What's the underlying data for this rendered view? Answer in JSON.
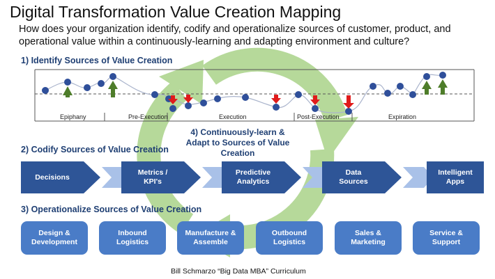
{
  "title": "Digital Transformation Value Creation Mapping",
  "subtitle": "How does your organization identify, codify and operationalize sources of customer, product, and operational value within a continuously-learning and adapting environment and culture?",
  "sections": {
    "identify": "1) Identify Sources of Value Creation",
    "codify": "2) Codify Sources of Value Creation",
    "operationalize": "3) Operationalize Sources of Value Creation"
  },
  "phases": [
    "Epiphany",
    "Pre-Execution",
    "Execution",
    "Post-Execution",
    "Expiration"
  ],
  "center_cycle": {
    "line1": "4) Continuously-learn &",
    "line2": "Adapt to Sources of Value",
    "line3": "Creation"
  },
  "codify_steps": [
    {
      "line1": "Decisions",
      "line2": ""
    },
    {
      "line1": "Metrics /",
      "line2": "KPI's"
    },
    {
      "line1": "Predictive",
      "line2": "Analytics"
    },
    {
      "line1": "Data",
      "line2": "Sources"
    },
    {
      "line1": "Intelligent",
      "line2": "Apps"
    }
  ],
  "operations": [
    {
      "line1": "Design &",
      "line2": "Development"
    },
    {
      "line1": "Inbound",
      "line2": "Logistics"
    },
    {
      "line1": "Manufacture &",
      "line2": "Assemble"
    },
    {
      "line1": "Outbound",
      "line2": "Logistics"
    },
    {
      "line1": "Sales &",
      "line2": "Marketing"
    },
    {
      "line1": "Service &",
      "line2": "Support"
    }
  ],
  "credit": "Bill Schmarzo “Big Data MBA” Curriculum",
  "colors": {
    "dark_blue": "#2e5597",
    "light_chevron": "#a9c1e8",
    "ops_blue": "#4a7cc7",
    "cycle_green": "#b6d99a",
    "up_arrow": "#4e7d2a",
    "down_arrow": "#e01b1b",
    "dot": "#2f4f9a",
    "heading": "#1f3f73"
  }
}
